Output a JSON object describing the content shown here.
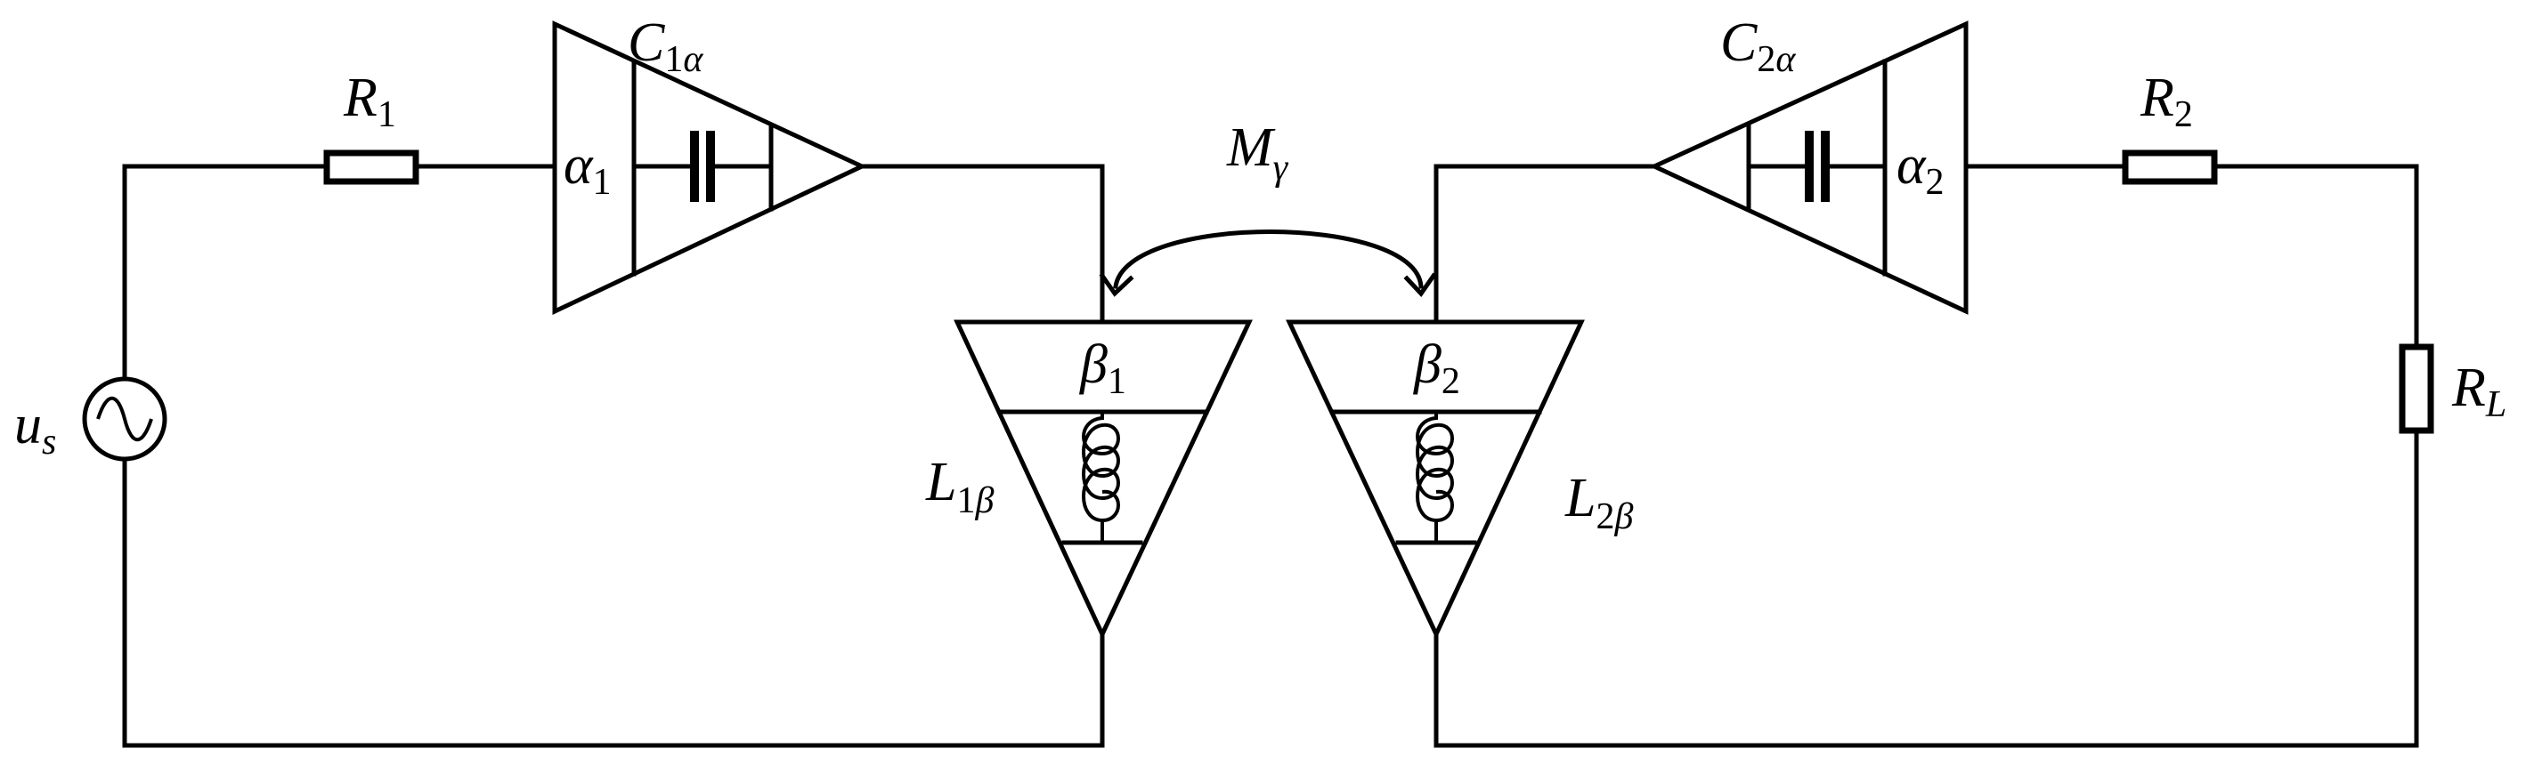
{
  "labels": {
    "us": {
      "main": "u",
      "sub": "s"
    },
    "r1": {
      "main": "R",
      "sub": "1"
    },
    "r2": {
      "main": "R",
      "sub": "2"
    },
    "rl": {
      "main": "R",
      "sub": "L"
    },
    "c1a": {
      "main": "C",
      "sub_num": "1",
      "sub_greek": "α"
    },
    "c2a": {
      "main": "C",
      "sub_num": "2",
      "sub_greek": "α"
    },
    "alpha1": {
      "main": "α",
      "sub": "1"
    },
    "alpha2": {
      "main": "α",
      "sub": "2"
    },
    "beta1": {
      "main": "β",
      "sub": "1"
    },
    "beta2": {
      "main": "β",
      "sub": "2"
    },
    "l1b": {
      "main": "L",
      "sub_num": "1",
      "sub_greek": "β"
    },
    "l2b": {
      "main": "L",
      "sub_num": "2",
      "sub_greek": "β"
    },
    "mg": {
      "main": "M",
      "sub": "γ"
    }
  }
}
